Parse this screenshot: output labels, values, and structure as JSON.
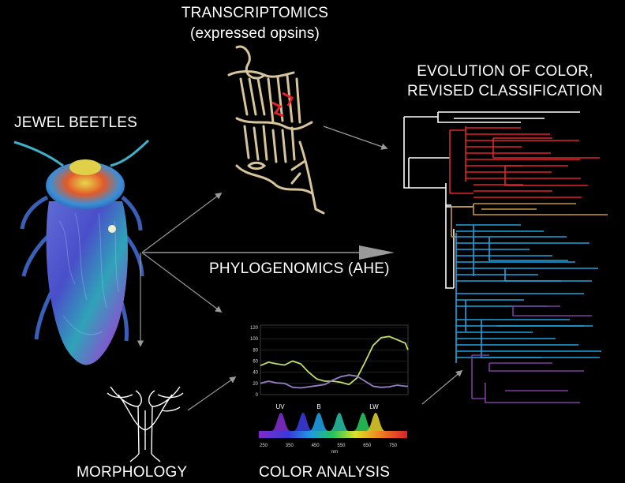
{
  "labels": {
    "jewel_beetles": "JEWEL BEETLES",
    "transcriptomics_line1": "TRANSCRIPTOMICS",
    "transcriptomics_line2": "(expressed opsins)",
    "evolution_line1": "EVOLUTION OF COLOR,",
    "evolution_line2": "REVISED CLASSIFICATION",
    "phylogenomics": "PHYLOGENOMICS (AHE)",
    "morphology": "MORPHOLOGY",
    "color_analysis": "COLOR ANALYSIS"
  },
  "colors": {
    "white_clade": "#ffffff",
    "red_clade": "#e0262a",
    "orange_clade": "#c9973f",
    "blue_clade": "#1fa3e0",
    "purple_clade": "#7f3da0",
    "reflectance_green": "#c4de6a",
    "reflectance_purple": "#9b7ec8",
    "arrow": "#9a9a9a"
  },
  "chart_data": {
    "type": "line",
    "y_ticks": [
      "120",
      "100",
      "80",
      "60",
      "40",
      "20",
      "0"
    ],
    "ylim": [
      0,
      120
    ],
    "xlim": [
      250,
      800
    ],
    "series": [
      {
        "color": "#c4de6a",
        "x": [
          250,
          280,
          310,
          340,
          370,
          400,
          430,
          460,
          490,
          520,
          550,
          580,
          610,
          640,
          670,
          700,
          730,
          760,
          790,
          800
        ],
        "y": [
          52,
          58,
          55,
          53,
          60,
          55,
          40,
          28,
          24,
          24,
          22,
          18,
          30,
          58,
          88,
          102,
          104,
          98,
          92,
          80
        ]
      },
      {
        "color": "#9b7ec8",
        "x": [
          250,
          280,
          310,
          340,
          370,
          400,
          430,
          460,
          490,
          520,
          550,
          580,
          610,
          640,
          670,
          700,
          730,
          760,
          790,
          800
        ],
        "y": [
          20,
          24,
          21,
          20,
          13,
          12,
          14,
          16,
          18,
          26,
          32,
          35,
          33,
          24,
          15,
          13,
          14,
          17,
          15,
          15
        ]
      }
    ],
    "sensitivity_labels": [
      "UV",
      "B",
      "LW"
    ],
    "spectrum_ticks": [
      "250",
      "350",
      "450",
      "550",
      "650",
      "750"
    ],
    "spectrum_unit": "nm"
  }
}
